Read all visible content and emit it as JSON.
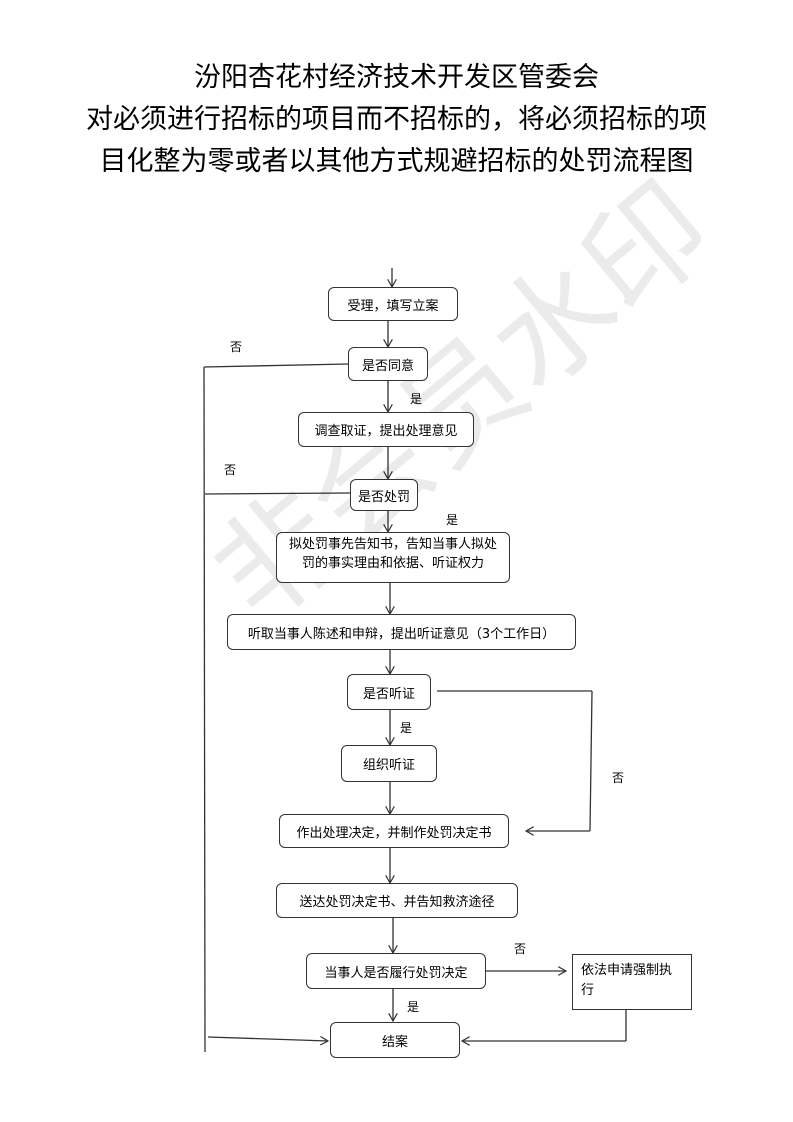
{
  "title": {
    "line1": "汾阳杏花村经济技术开发区管委会",
    "line2": "对必须进行招标的项目而不招标的，将必须招标的项",
    "line3": "目化整为零或者以其他方式规避招标的处罚流程图"
  },
  "watermark": "非会员水印",
  "nodes": {
    "accept": "受理，填写立案",
    "agree": "是否同意",
    "investigate": "调查取证，提出处理意见",
    "punish_q": "是否处罚",
    "notify": "拟处罚事先告知书，告知当事人拟处罚的事实理由和依据、听证权力",
    "hear_statement": "听取当事人陈述和申辩，提出听证意见（3个工作日）",
    "hearing_q": "是否听证",
    "organize_hearing": "组织听证",
    "decision": "作出处理决定，并制作处罚决定书",
    "deliver": "送达处罚决定书、并告知救济途径",
    "comply_q": "当事人是否履行处罚决定",
    "enforce": "依法申请强制执行",
    "close": "结案"
  },
  "labels": {
    "no": "否",
    "yes": "是"
  }
}
